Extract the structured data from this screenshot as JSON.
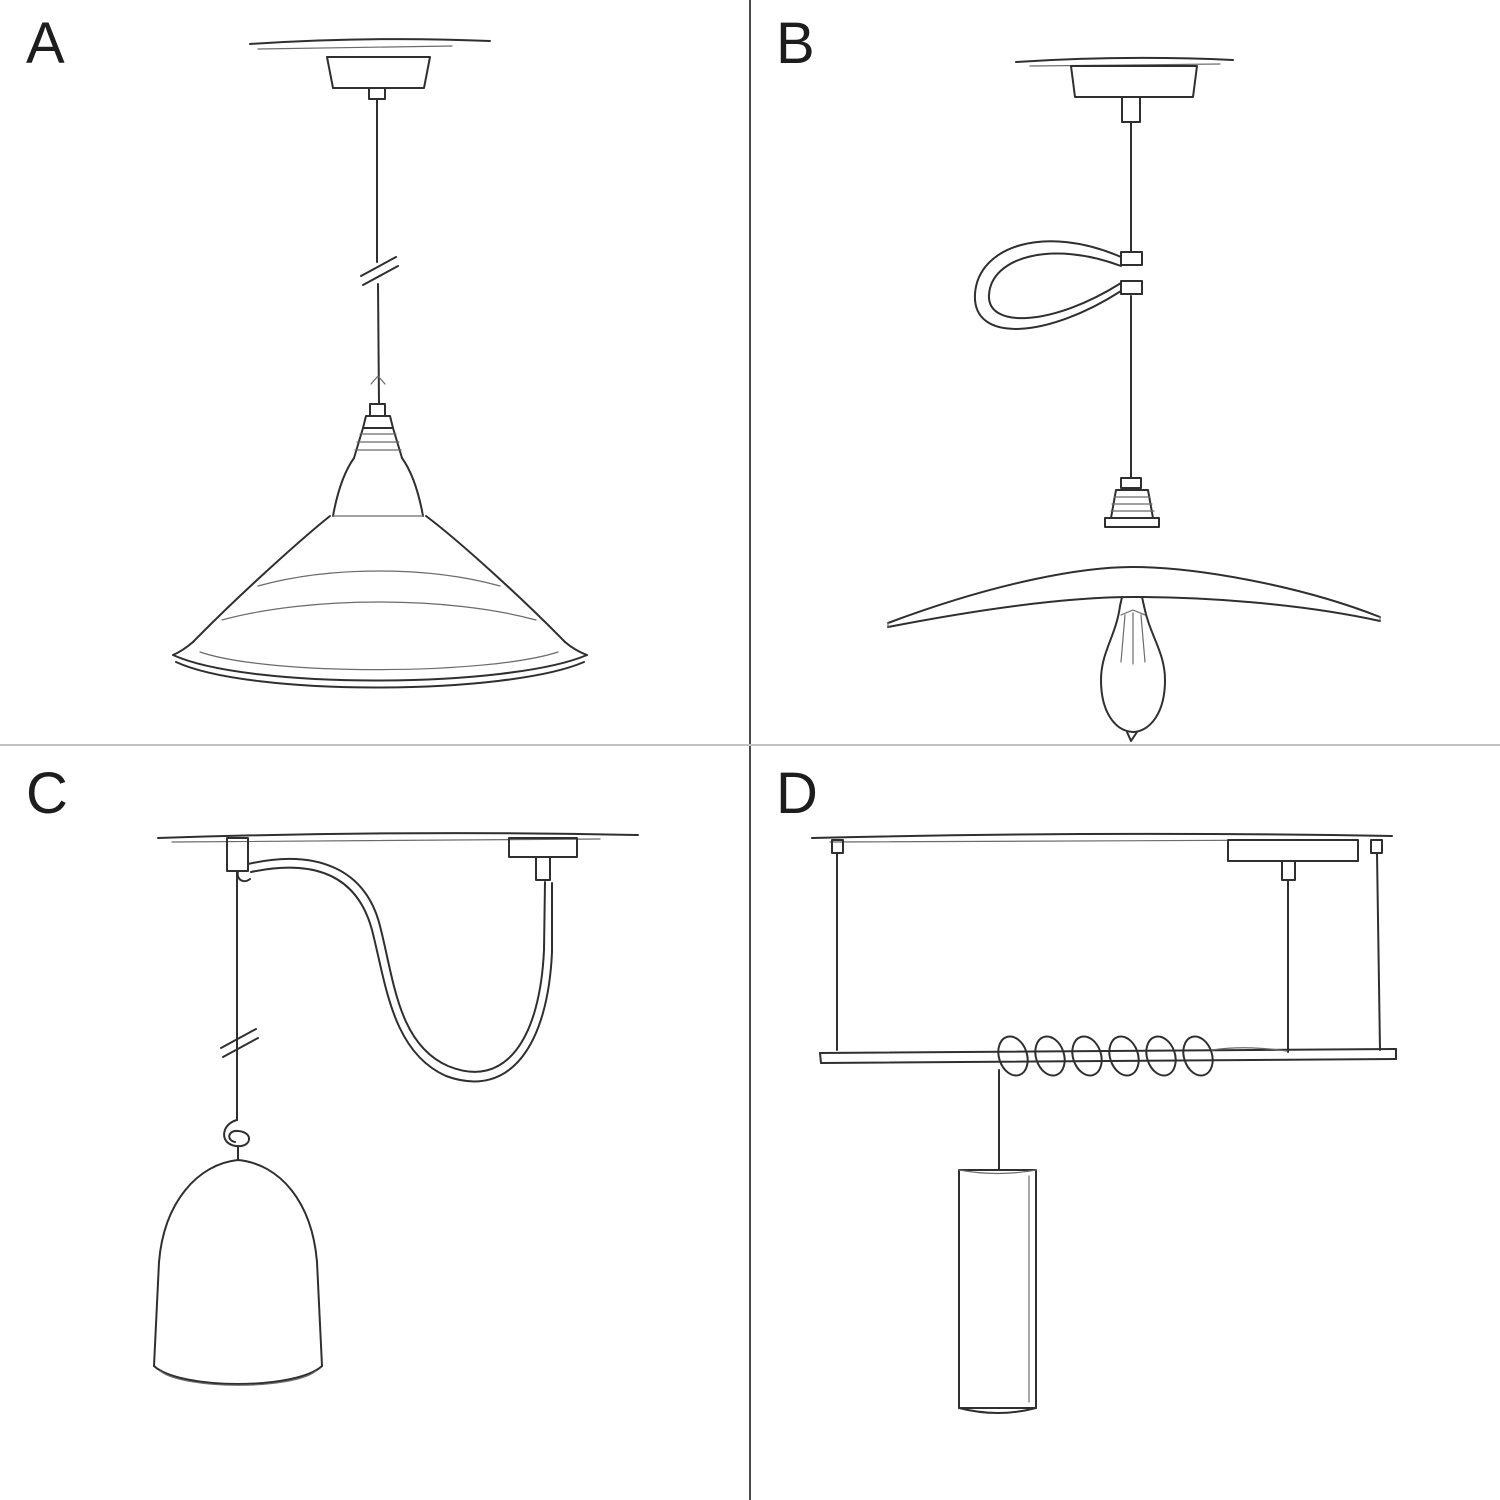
{
  "page": {
    "background": "#ffffff",
    "ink_color": "#2f2f2f",
    "divider_vertical_color": "#4a4a4a",
    "divider_horizontal_color": "#c2c2c2"
  },
  "panels": [
    {
      "label": "A",
      "sketch": "pendant-cable-with-bistro-metal-shade"
    },
    {
      "label": "B",
      "sketch": "pendant-cable-with-loop-tie-flat-plate-shade-and-bulb"
    },
    {
      "label": "C",
      "sketch": "swag-pendant-over-hook-with-knot-and-bell-shade"
    },
    {
      "label": "D",
      "sketch": "pendant-with-suspended-bar-coiled-cable-and-tube-shade"
    }
  ]
}
